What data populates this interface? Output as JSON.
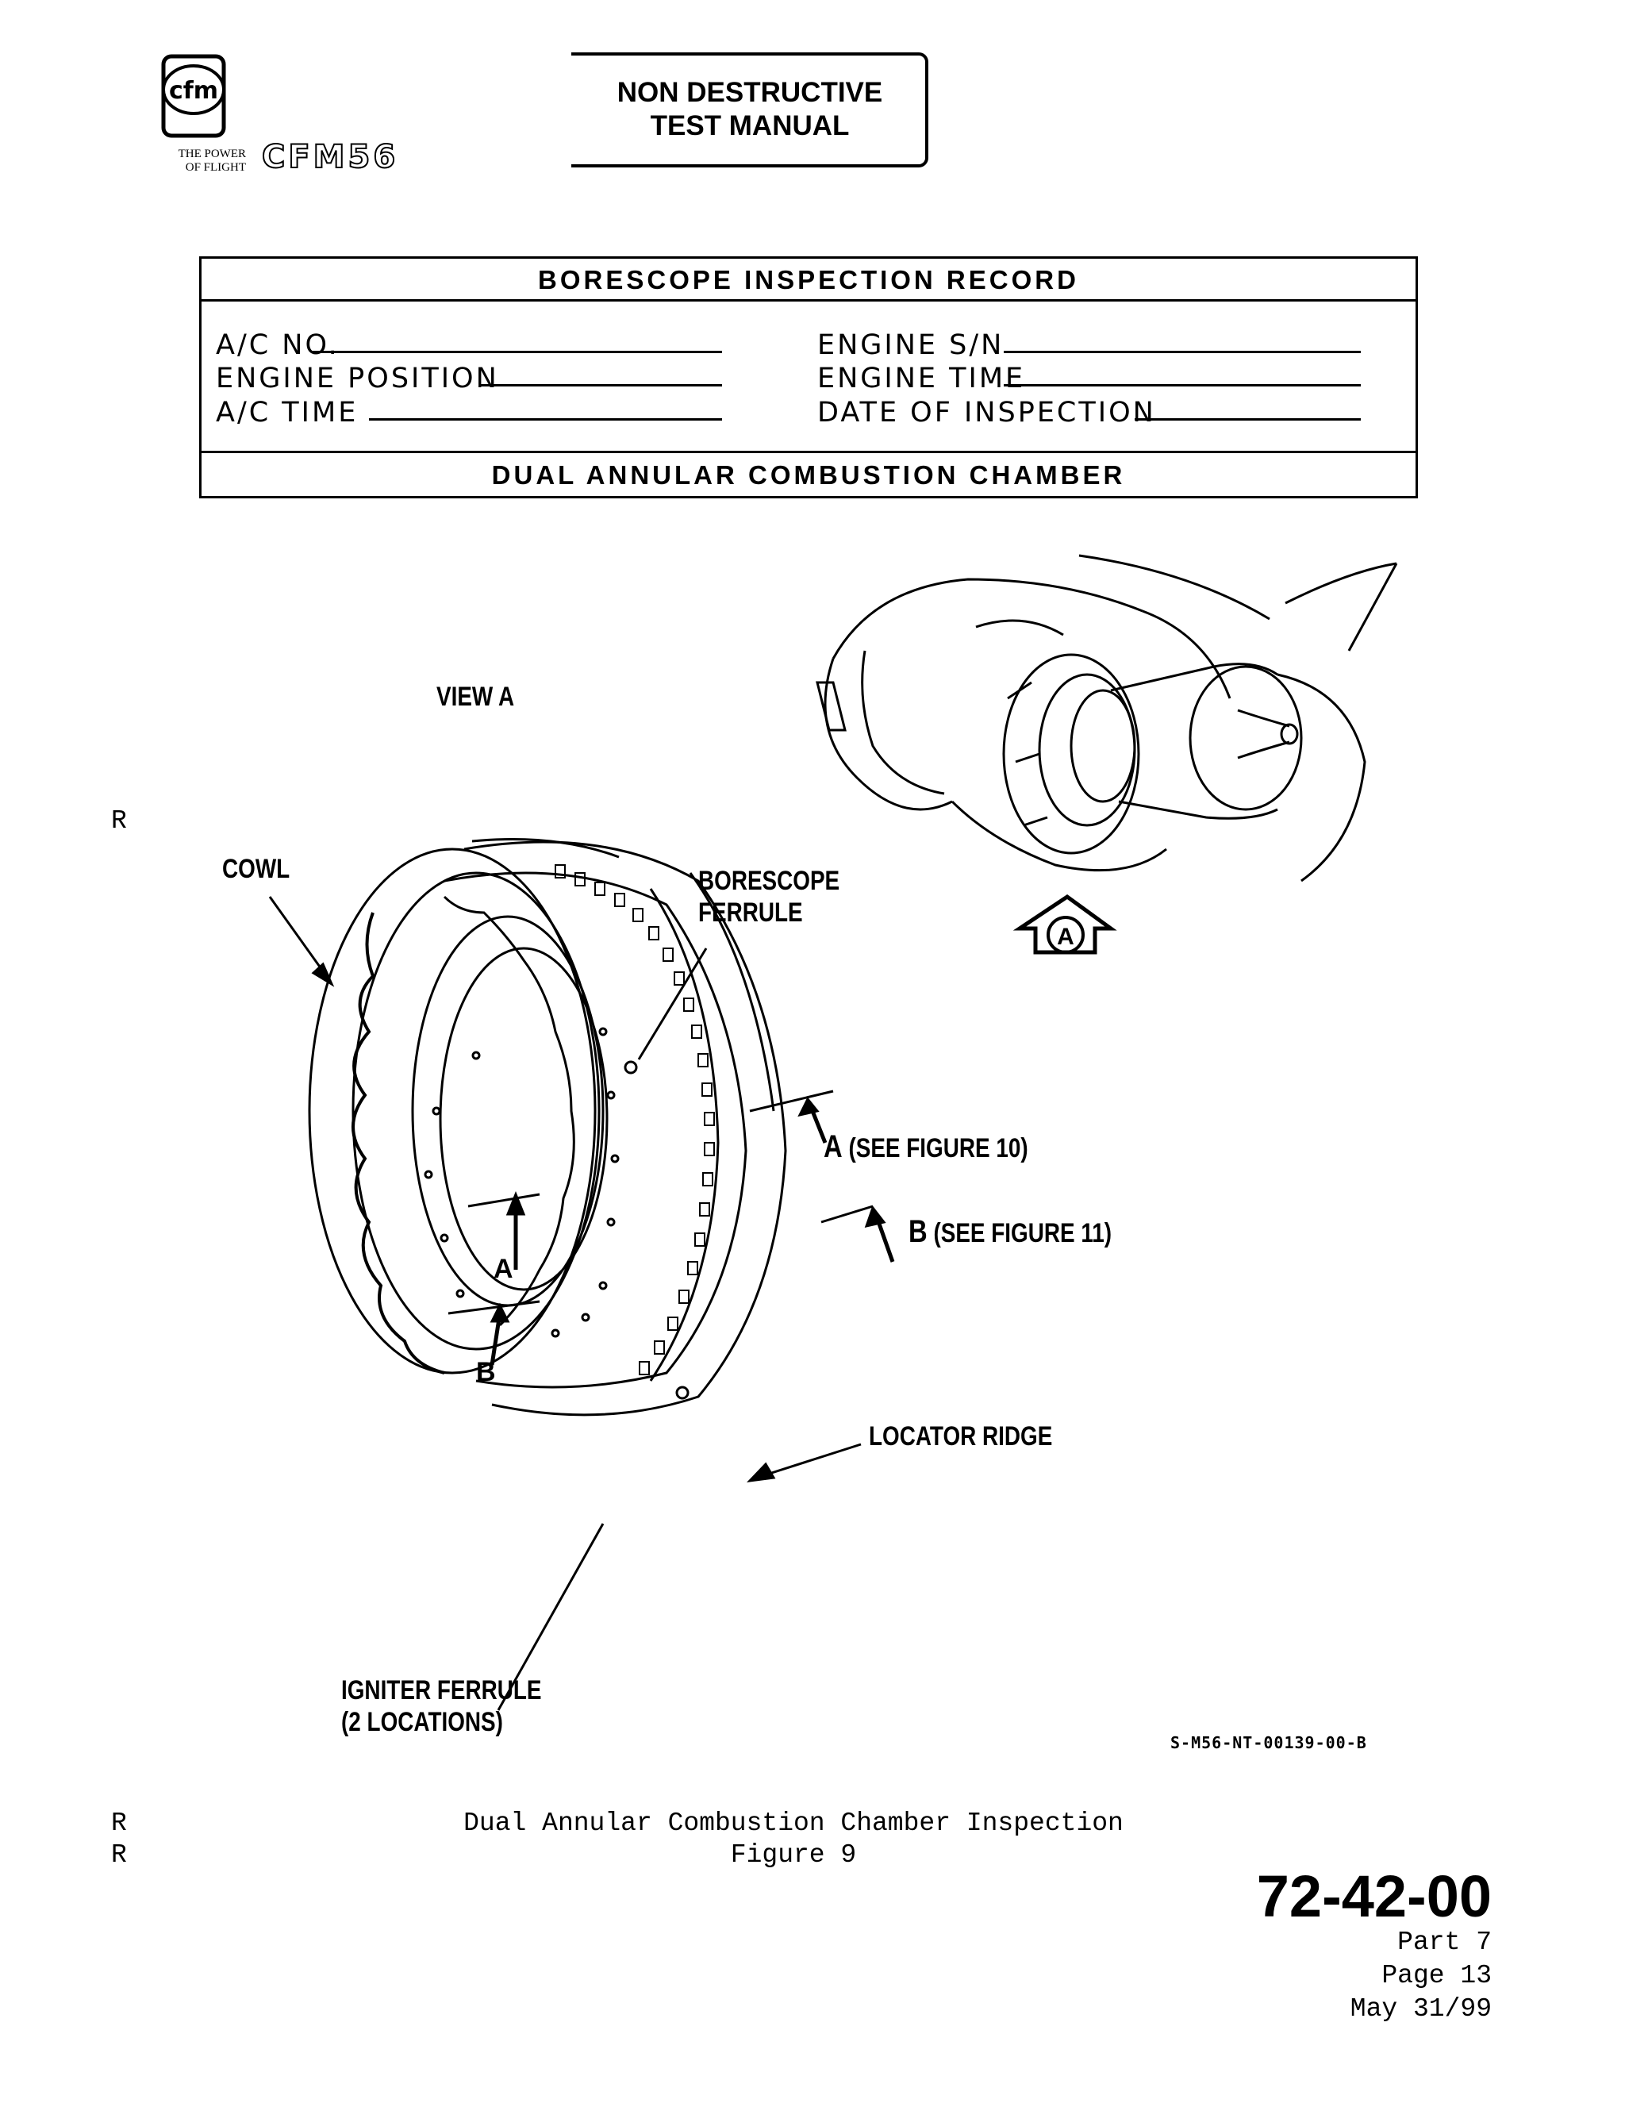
{
  "header": {
    "brand": "cfm",
    "tagline_line1": "THE POWER",
    "tagline_line2": "OF FLIGHT",
    "engine_logo": "CFM56",
    "manual_title_line1": "NON DESTRUCTIVE",
    "manual_title_line2": "TEST MANUAL"
  },
  "record": {
    "title": "BORESCOPE INSPECTION RECORD",
    "fields_left": [
      "A/C NO.",
      "ENGINE POSITION",
      "A/C TIME"
    ],
    "fields_right": [
      "ENGINE S/N",
      "ENGINE TIME",
      "DATE OF INSPECTION"
    ],
    "footer": "DUAL ANNULAR COMBUSTION CHAMBER"
  },
  "figure": {
    "view_label": "VIEW A",
    "view_letter": "A",
    "cowl_label": "COWL",
    "borescope_line1": "BORESCOPE",
    "borescope_line2": "FERRULE",
    "section_a_letter": "A",
    "section_a_text": "(SEE FIGURE 10)",
    "section_b_letter": "B",
    "section_b_text": "(SEE FIGURE 11)",
    "inner_a": "A",
    "inner_b": "B",
    "locator_label": "LOCATOR RIDGE",
    "igniter_line1": "IGNITER FERRULE",
    "igniter_line2": "(2 LOCATIONS)",
    "drawing_ref": "S-M56-NT-00139-00-B"
  },
  "revision_marks": [
    "R",
    "R",
    "R"
  ],
  "footer": {
    "caption_line1": "Dual Annular Combustion Chamber Inspection",
    "caption_line2": "Figure 9",
    "doc_number": "72-42-00",
    "part": "Part 7",
    "page": "Page 13",
    "date": "May 31/99"
  }
}
